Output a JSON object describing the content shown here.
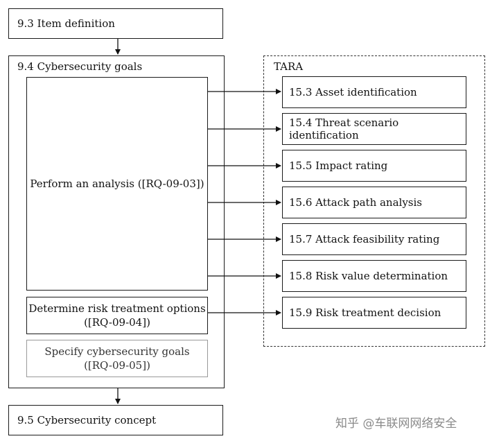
{
  "item_definition": "9.3 Item definition",
  "cybersecurity_goals": {
    "title": "9.4 Cybersecurity goals",
    "perform_analysis": "Perform an analysis ([RQ-09-03])",
    "determine_risk_line1": "Determine risk treatment options",
    "determine_risk_line2": "([RQ-09-04])",
    "specify_goals_line1": "Specify cybersecurity goals",
    "specify_goals_line2": "([RQ-09-05])"
  },
  "tara": {
    "title": "TARA",
    "steps": [
      "15.3 Asset identification",
      "15.4 Threat scenario identification",
      "15.5 Impact rating",
      "15.6 Attack path analysis",
      "15.7 Attack feasibility rating",
      "15.8 Risk value determination",
      "15.9 Risk treatment decision"
    ]
  },
  "cybersecurity_concept": "9.5 Cybersecurity concept",
  "watermark": "知乎 @车联网网络安全"
}
